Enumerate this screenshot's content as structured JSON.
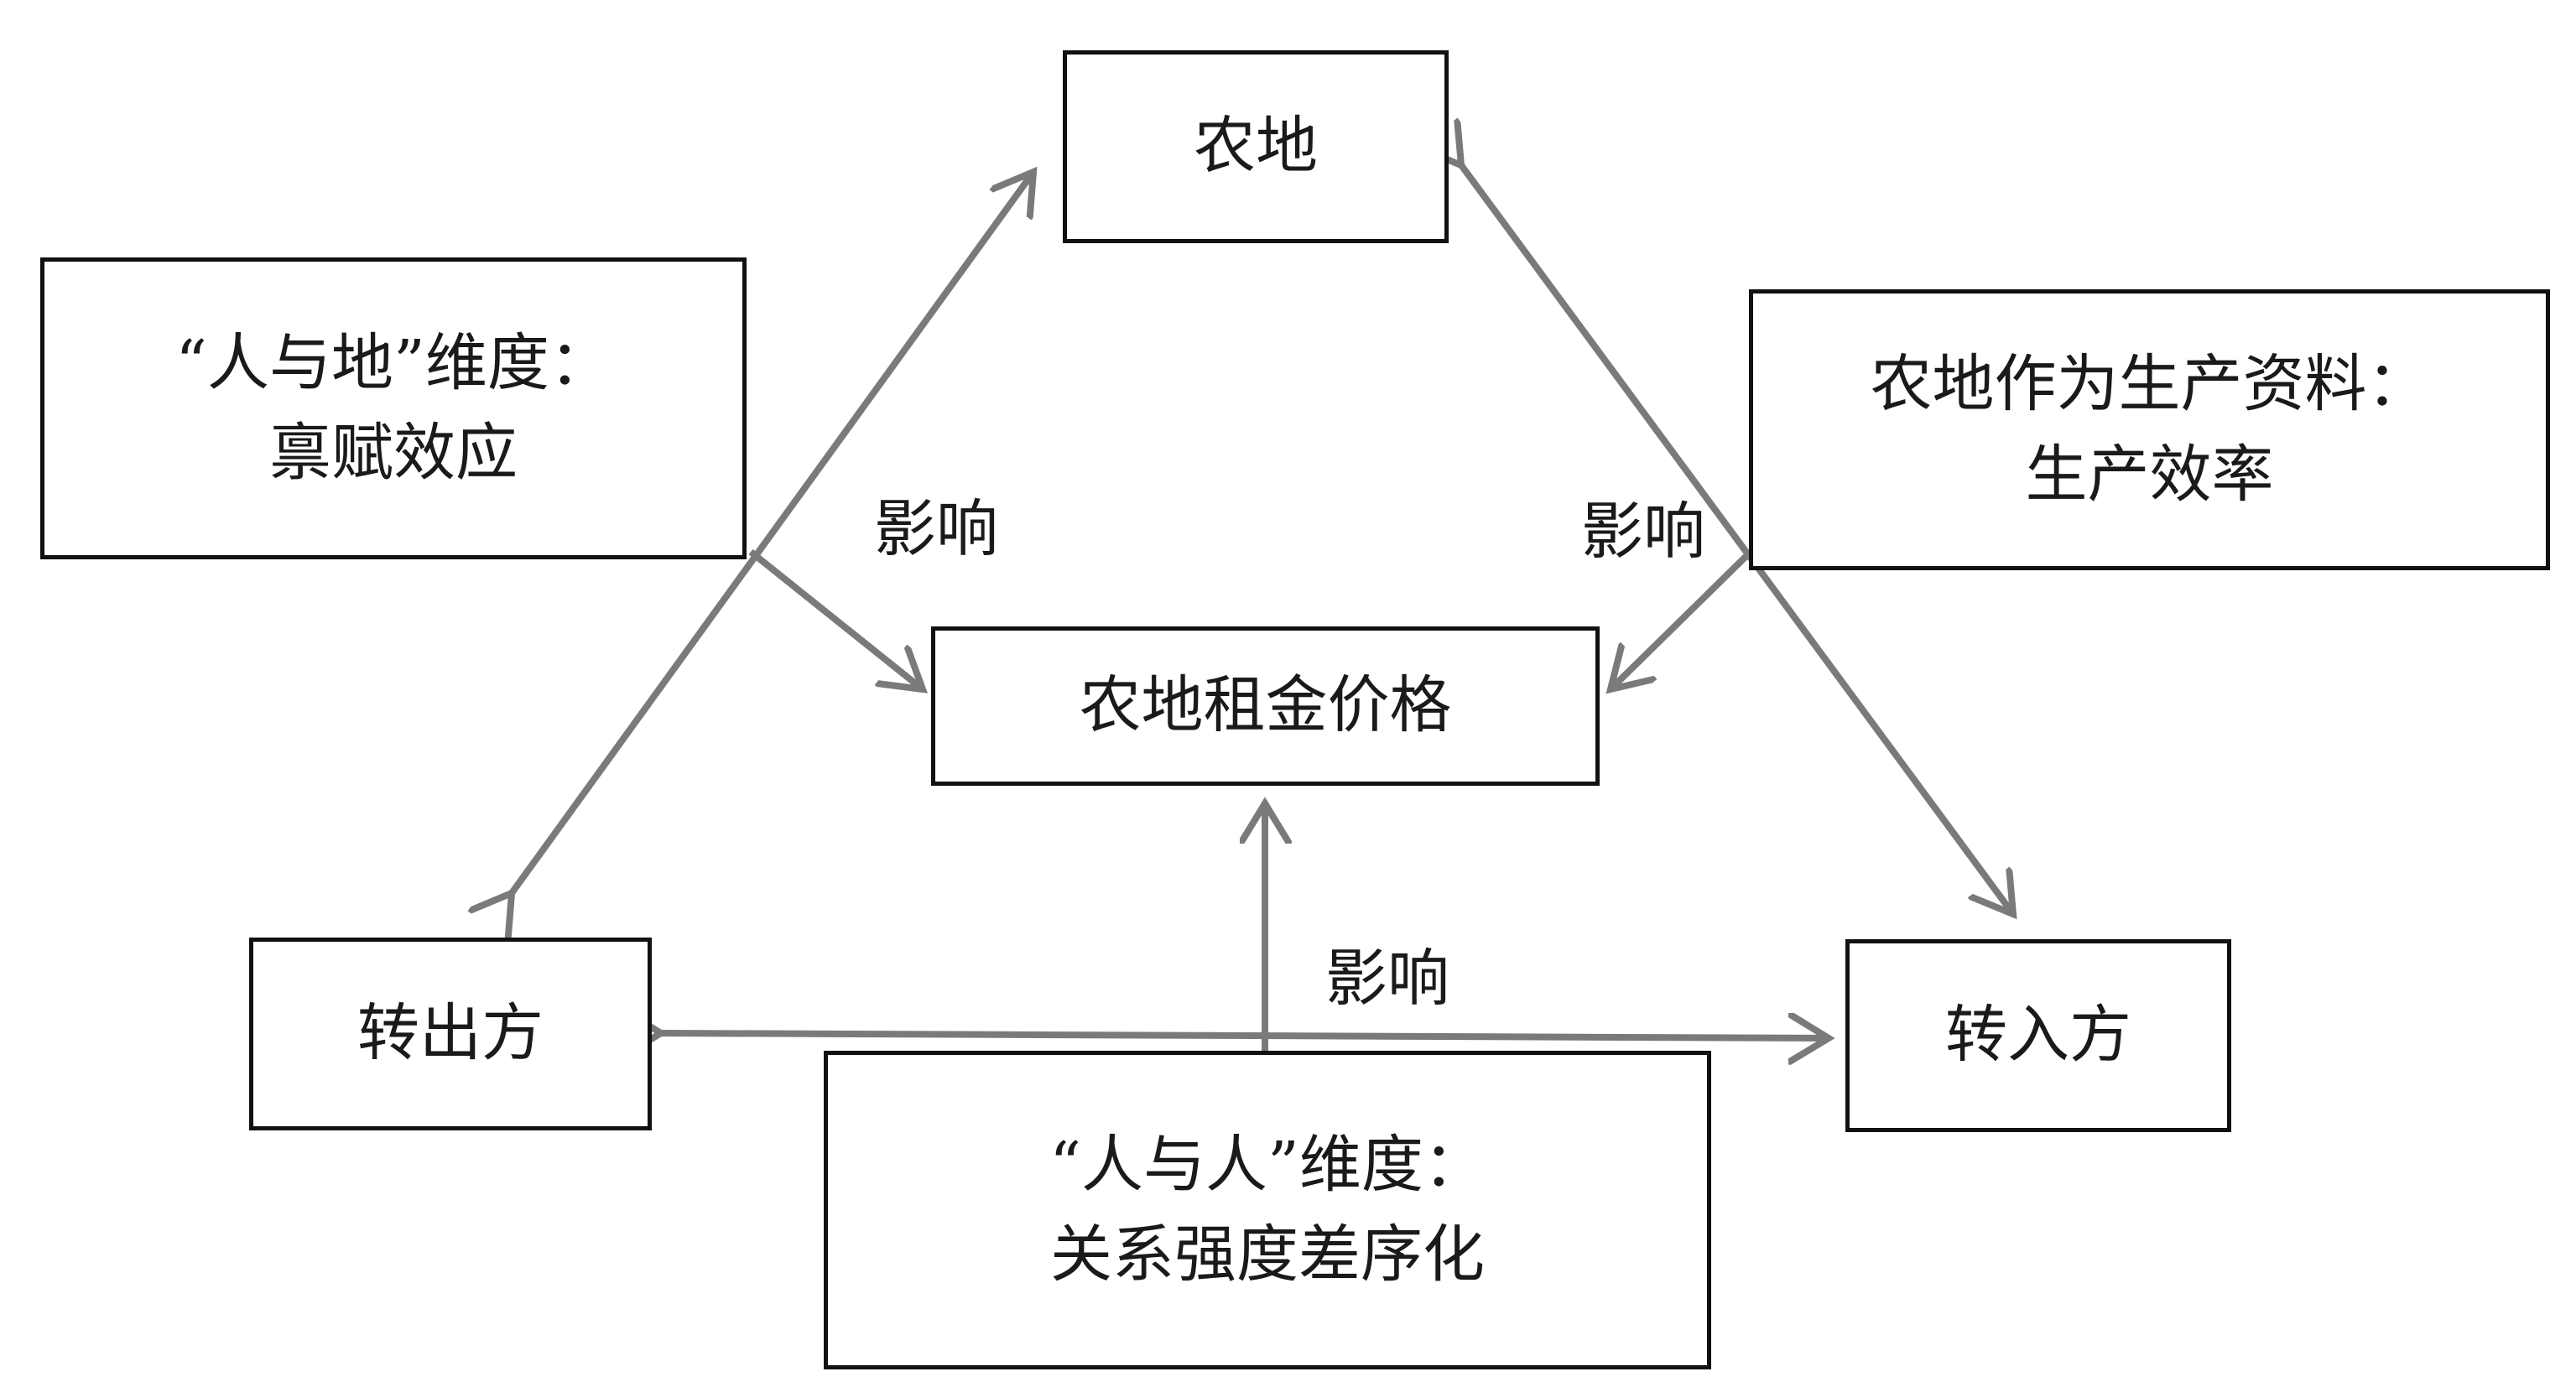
{
  "nodes": {
    "farmland": "农地",
    "rent_price": "农地租金价格",
    "transferor": "转出方",
    "transferee": "转入方"
  },
  "dimensions": {
    "person_land": {
      "title": "“人与地”维度：",
      "subtitle": "禀赋效应"
    },
    "production": {
      "title": "农地作为生产资料：",
      "subtitle": "生产效率"
    },
    "person_person": {
      "title": "“人与人”维度：",
      "subtitle": "关系强度差序化"
    }
  },
  "influence_labels": {
    "left": "影响",
    "right": "影响",
    "bottom": "影响"
  },
  "colors": {
    "arrow": "#7a7a7a",
    "border": "#111111"
  }
}
